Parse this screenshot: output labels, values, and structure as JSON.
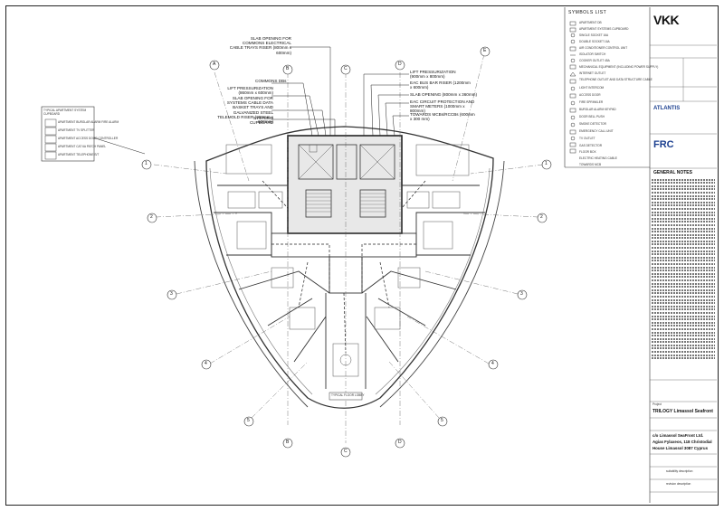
{
  "sheet": {
    "firm_logo": "VKK",
    "project_label": "Project",
    "project_name": "TRILOGY Limassol Seafront",
    "client_lines": [
      "c/o Limassol SeaFront Ltd.",
      "Agias Fylaxeos, 118 Christodial",
      "House Limassol 3087 Cyprus"
    ],
    "general_notes_title": "GENERAL NOTES",
    "symbols_list_title": "SYMBOLS LIST",
    "status_label": "suitability description",
    "revision_label": "revision description",
    "consultant_logo_1": "ATLANTIS",
    "consultant_logo_2": "FRC"
  },
  "legend": {
    "items": [
      "APARTMENT DB",
      "APARTMENT SYSTEMS CUPBOARD",
      "SINGLE SOCKET 16A",
      "DOUBLE SOCKET 16A",
      "AIR CONDITIONER CONTROL UNIT",
      "ISOLATOR SWITCH",
      "COOKER OUTLET 45A",
      "MECHANICAL EQUIPMENT (INCLUDING POWER SUPPLY)",
      "INTERNET OUTLET",
      "TELEPHONE OUTLET AND DATA STRUCTURE CABLE",
      "LIGHT INTERCOM",
      "ACCESS DOOR",
      "FIRE SPRINKLER",
      "BURGLAR ALARM KEYPAD",
      "DOOR BELL PUSH",
      "SMOKE DETECTOR",
      "EMERGENCY CALL UNIT",
      "TV OUTLET",
      "GAS DETECTOR",
      "FLOOR BOX",
      "ELECTRIC HEATING CABLE",
      "TOWARDS MCB"
    ]
  },
  "callouts": {
    "slab_commons": "SLAB OPENING FOR COMMONS ELECTRICAL CABLE TRAYS RISER (800mm x 600mm)",
    "commons_db": "COMMONS DBs",
    "lift_pressurization_left": "LIFT PRESSURIZATION (860mm x 600mm)",
    "slab_systems": "SLAB OPENING FOR SYSTEMS CABLE DATA BASKET TRAYS AND GALVANIZED STEEL TELEMOLD RISER (300mm x 600mm)",
    "systems_cupboard": "SYSTEMS CUPBOARD",
    "lift_pressurization_right": "LIFT PRESSURIZATION (900mm x 800mm)",
    "eac_bus_bar": "EAC BUS BAR RISER (1200mm x 600mm)",
    "slab_opening_right": "SLAB OPENING (800mm x 360mm)",
    "eac_circuit": "EAC CIRCUIT PROTECTION AND SMART METERS (1000mm x 800mm)",
    "towards_mcb": "TOWARDS MCBs/RCCBs (600mm x 300 mm)"
  },
  "apartment_systems_box": {
    "title": "TYPICAL APARTMENT SYSTEM CUPBOARD",
    "items": [
      "APARTMENT BURGLAR ALARM FIRE ALARM",
      "APARTMENT TV SPLITTER",
      "APARTMENT ACCESS DOOR CONTROLLER",
      "APARTMENT CAT 6A PATCH PANEL",
      "APARTMENT TELEPHONE S/T"
    ]
  },
  "grid_axes": {
    "top": [
      "A",
      "B",
      "C",
      "D",
      "E"
    ],
    "bottom": [
      "B",
      "C",
      "D"
    ],
    "left": [
      "1",
      "2",
      "3",
      "4",
      "5"
    ],
    "right": [
      "1",
      "2",
      "3",
      "4",
      "5"
    ]
  },
  "rooms": {
    "lobby": "TYPICAL FLOOR LOBBY"
  }
}
